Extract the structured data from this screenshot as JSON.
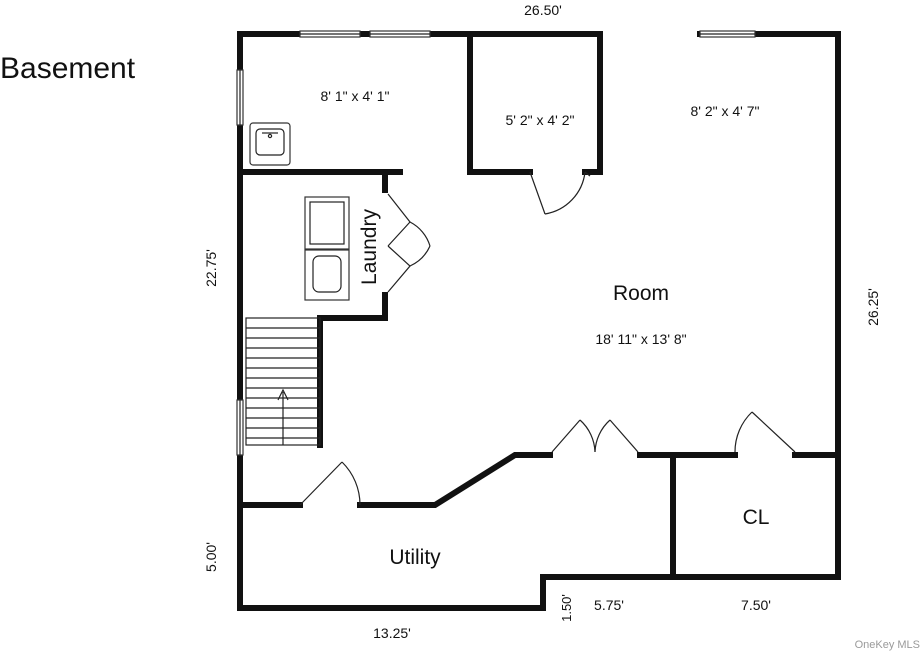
{
  "plan": {
    "title": "Basement",
    "rooms": {
      "top_left": "8' 1\" x 4' 1\"",
      "closet_mid": "5' 2\" x 4' 2\"",
      "top_right": "8' 2\" x 4' 7\"",
      "laundry": "Laundry",
      "room_name": "Room",
      "room_size": "18' 11\" x 13' 8\"",
      "utility": "Utility",
      "closet_cl": "CL"
    },
    "dimensions": {
      "top": "26.50'",
      "left_upper": "22.75'",
      "right": "26.25'",
      "left_lower": "5.00'",
      "bottom_left": "13.25'",
      "step": "1.50'",
      "bottom_mid": "5.75'",
      "bottom_right": "7.50'"
    },
    "watermark": "OneKey MLS"
  }
}
